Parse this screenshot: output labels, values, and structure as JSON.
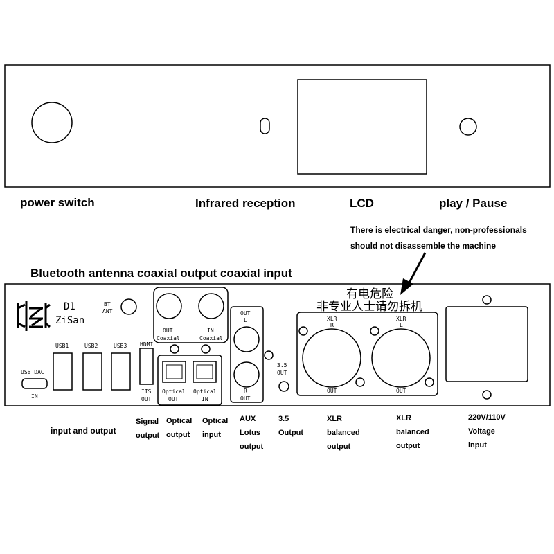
{
  "front_panel": {
    "labels": {
      "power_switch": "power switch",
      "infrared": "Infrared reception",
      "lcd": "LCD",
      "play_pause": "play / Pause"
    }
  },
  "warning": {
    "line1": "There is electrical danger, non-professionals",
    "line2": "should not disassemble the machine",
    "cn_line1": "有电危险",
    "cn_line2": "非专业人士请勿拆机"
  },
  "rear_heading": "Bluetooth antenna coaxial output coaxial input",
  "rear_panel": {
    "brand_model": "D1",
    "brand_name": "ZiSan",
    "bt_ant": [
      "BT",
      "ANT"
    ],
    "usb_dac": "USB DAC",
    "usb_in": "IN",
    "usb1": "USB1",
    "usb2": "USB2",
    "usb3": "USB3",
    "hdmi": "HDMI",
    "iis_out": [
      "IIS",
      "OUT"
    ],
    "coax_out": [
      "OUT",
      "Coaxial"
    ],
    "coax_in": [
      "IN",
      "Coaxial"
    ],
    "opt_out": [
      "Optical",
      "OUT"
    ],
    "opt_in": [
      "Optical",
      "IN"
    ],
    "aux_out_l": [
      "OUT",
      "L"
    ],
    "aux_r_out": [
      "R",
      "OUT"
    ],
    "jack_35": [
      "3.5",
      "OUT"
    ],
    "xlr_r": [
      "XLR",
      "R"
    ],
    "xlr_l": [
      "XLR",
      "L"
    ],
    "xlr_out": "OUT"
  },
  "bottom_labels": {
    "input_output": "input and output",
    "signal": [
      "Signal",
      "output"
    ],
    "optical_output": [
      "Optical",
      "output"
    ],
    "optical_input": [
      "Optical",
      "input"
    ],
    "aux": [
      "AUX",
      "Lotus",
      "output"
    ],
    "jack": [
      "3.5",
      "Output"
    ],
    "xlr1": [
      "XLR",
      "balanced",
      "output"
    ],
    "xlr2": [
      "XLR",
      "balanced",
      "output"
    ],
    "power": [
      "220V/110V",
      "Voltage",
      "input"
    ]
  }
}
